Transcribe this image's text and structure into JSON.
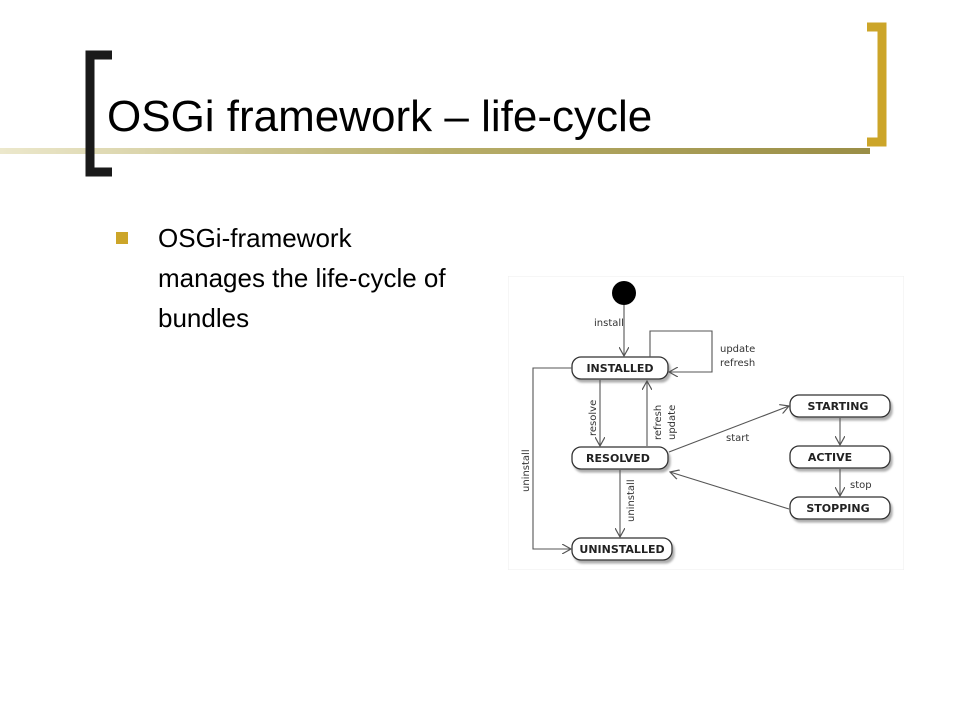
{
  "slide": {
    "title": "OSGi framework – life-cycle",
    "bullet_text": "OSGi-framework manages the life-cycle of bundles"
  },
  "diagram": {
    "states": {
      "installed": "INSTALLED",
      "resolved": "RESOLVED",
      "uninstalled": "UNINSTALLED",
      "starting": "STARTING",
      "active": "ACTIVE",
      "stopping": "STOPPING"
    },
    "transitions": {
      "install": "install",
      "update": "update",
      "refresh": "refresh",
      "resolve": "resolve",
      "refresh_v": "refresh",
      "update_v": "update",
      "uninstall_left": "uninstall",
      "uninstall_mid": "uninstall",
      "start": "start",
      "stop": "stop"
    }
  },
  "colors": {
    "accent_gold": "#cca529",
    "bracket_dark": "#1a1a1a",
    "rule_gradient_start": "#d9d3a3"
  }
}
